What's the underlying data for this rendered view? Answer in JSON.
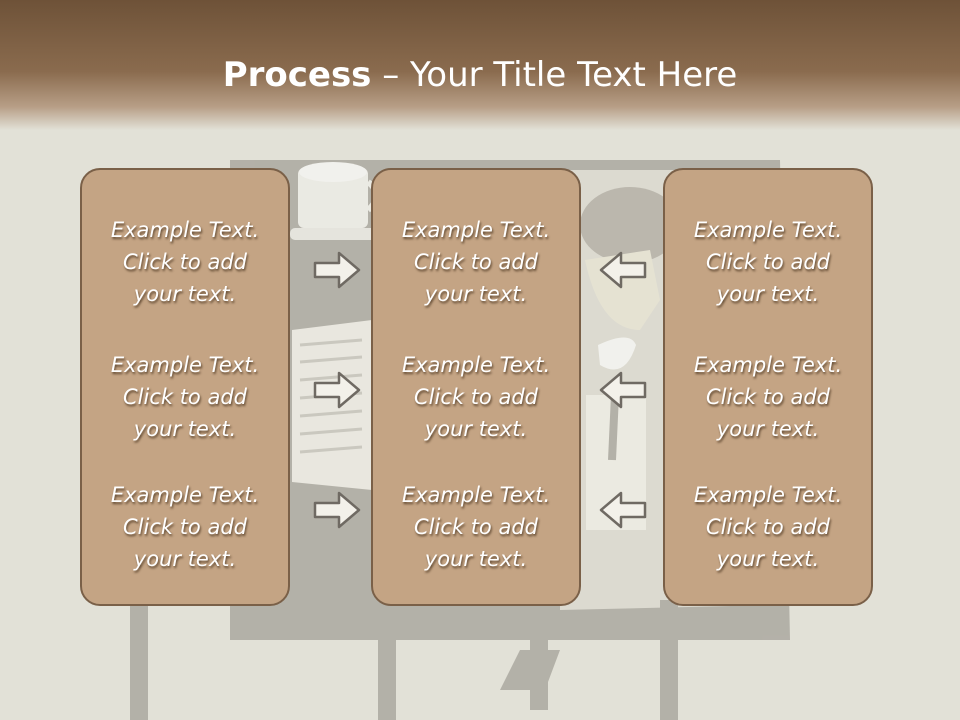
{
  "slide": {
    "title_strong": "Process",
    "title_rest": " – Your Title Text Here"
  },
  "panels": [
    {
      "entries": [
        {
          "line1": "Example Text.",
          "line2": "Click  to add",
          "line3": "your text."
        },
        {
          "line1": "Example Text.",
          "line2": "Click  to add",
          "line3": "your text."
        },
        {
          "line1": "Example Text.",
          "line2": "Click  to add",
          "line3": "your text."
        }
      ]
    },
    {
      "entries": [
        {
          "line1": "Example Text.",
          "line2": "Click  to add",
          "line3": "your text."
        },
        {
          "line1": "Example Text.",
          "line2": "Click  to add",
          "line3": "your text."
        },
        {
          "line1": "Example Text.",
          "line2": "Click  to add",
          "line3": "your text."
        }
      ]
    },
    {
      "entries": [
        {
          "line1": "Example Text.",
          "line2": "Click  to add",
          "line3": "your text."
        },
        {
          "line1": "Example Text.",
          "line2": "Click  to add",
          "line3": "your text."
        },
        {
          "line1": "Example Text.",
          "line2": "Click  to add",
          "line3": "your text."
        }
      ]
    }
  ],
  "arrows": {
    "left_group": "right-arrow-icon",
    "right_group": "left-arrow-icon"
  },
  "colors": {
    "header": "#6e5238",
    "panel_fill": "#c4a484",
    "panel_border": "#7a6048",
    "background": "#e2e1d7",
    "text": "#ffffff"
  }
}
